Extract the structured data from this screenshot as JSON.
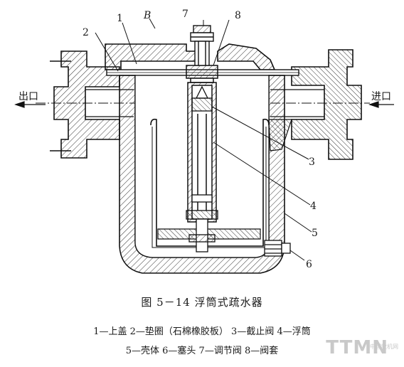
{
  "figure": {
    "title": "图 5－14  浮筒式疏水器",
    "legend_line1": "1—上盖  2—垫圈（石棉橡胶板）  3—截止阀  4—浮筒",
    "legend_line2": "5—壳体  6—塞头  7—调节阀  8—阀套"
  },
  "labels": {
    "outlet": "出口",
    "inlet": "进口",
    "n1": "1",
    "n2": "2",
    "n3": "3",
    "n4": "4",
    "n5": "5",
    "n6": "6",
    "n7": "7",
    "n8": "8",
    "B": "B"
  },
  "watermark": {
    "brand": "TTMN",
    "sub": "中国牧机网"
  }
}
